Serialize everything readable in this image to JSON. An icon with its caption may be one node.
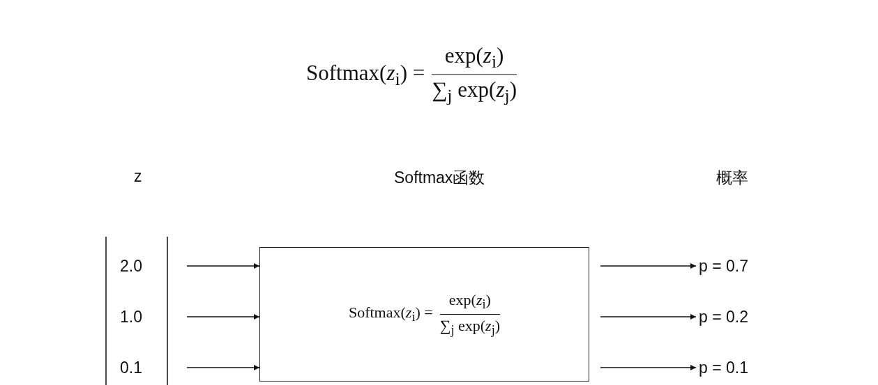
{
  "diagram": {
    "nodes": [
      {
        "text": [
          "2.0"
        ]
      },
      {
        "text": [
          "1.0"
        ]
      },
      {
        "text": [
          "0.1"
        ]
      },
      {
        "text": [
          "Softmax(*z*$_{i}$) =",
          "exp(*z*$_{i}$)",
          "∑$_{j}$ exp(*z*$_{j}$)"
        ]
      },
      {
        "text": [
          "p = 0.7"
        ]
      },
      {
        "text": [
          "p = 0.2"
        ]
      },
      {
        "text": [
          "p = 0.1"
        ]
      }
    ],
    "edges": [
      {
        "from": 0,
        "to": 3,
        "arrow": "to"
      },
      {
        "from": 1,
        "to": 3,
        "arrow": "to"
      },
      {
        "from": 2,
        "to": 3,
        "arrow": "to"
      },
      {
        "from": 3,
        "to": 4,
        "arrow": "to"
      },
      {
        "from": 3,
        "to": 5,
        "arrow": "to"
      },
      {
        "from": 3,
        "to": 6,
        "arrow": "to"
      }
    ],
    "labels": [
      "Softmax(*z*$_{i}$) =",
      "exp(*z*$_{i}$)",
      "∑$_{j}$ exp(*z*$_{j}$)",
      "z",
      "Softmax函数",
      "概率"
    ]
  }
}
